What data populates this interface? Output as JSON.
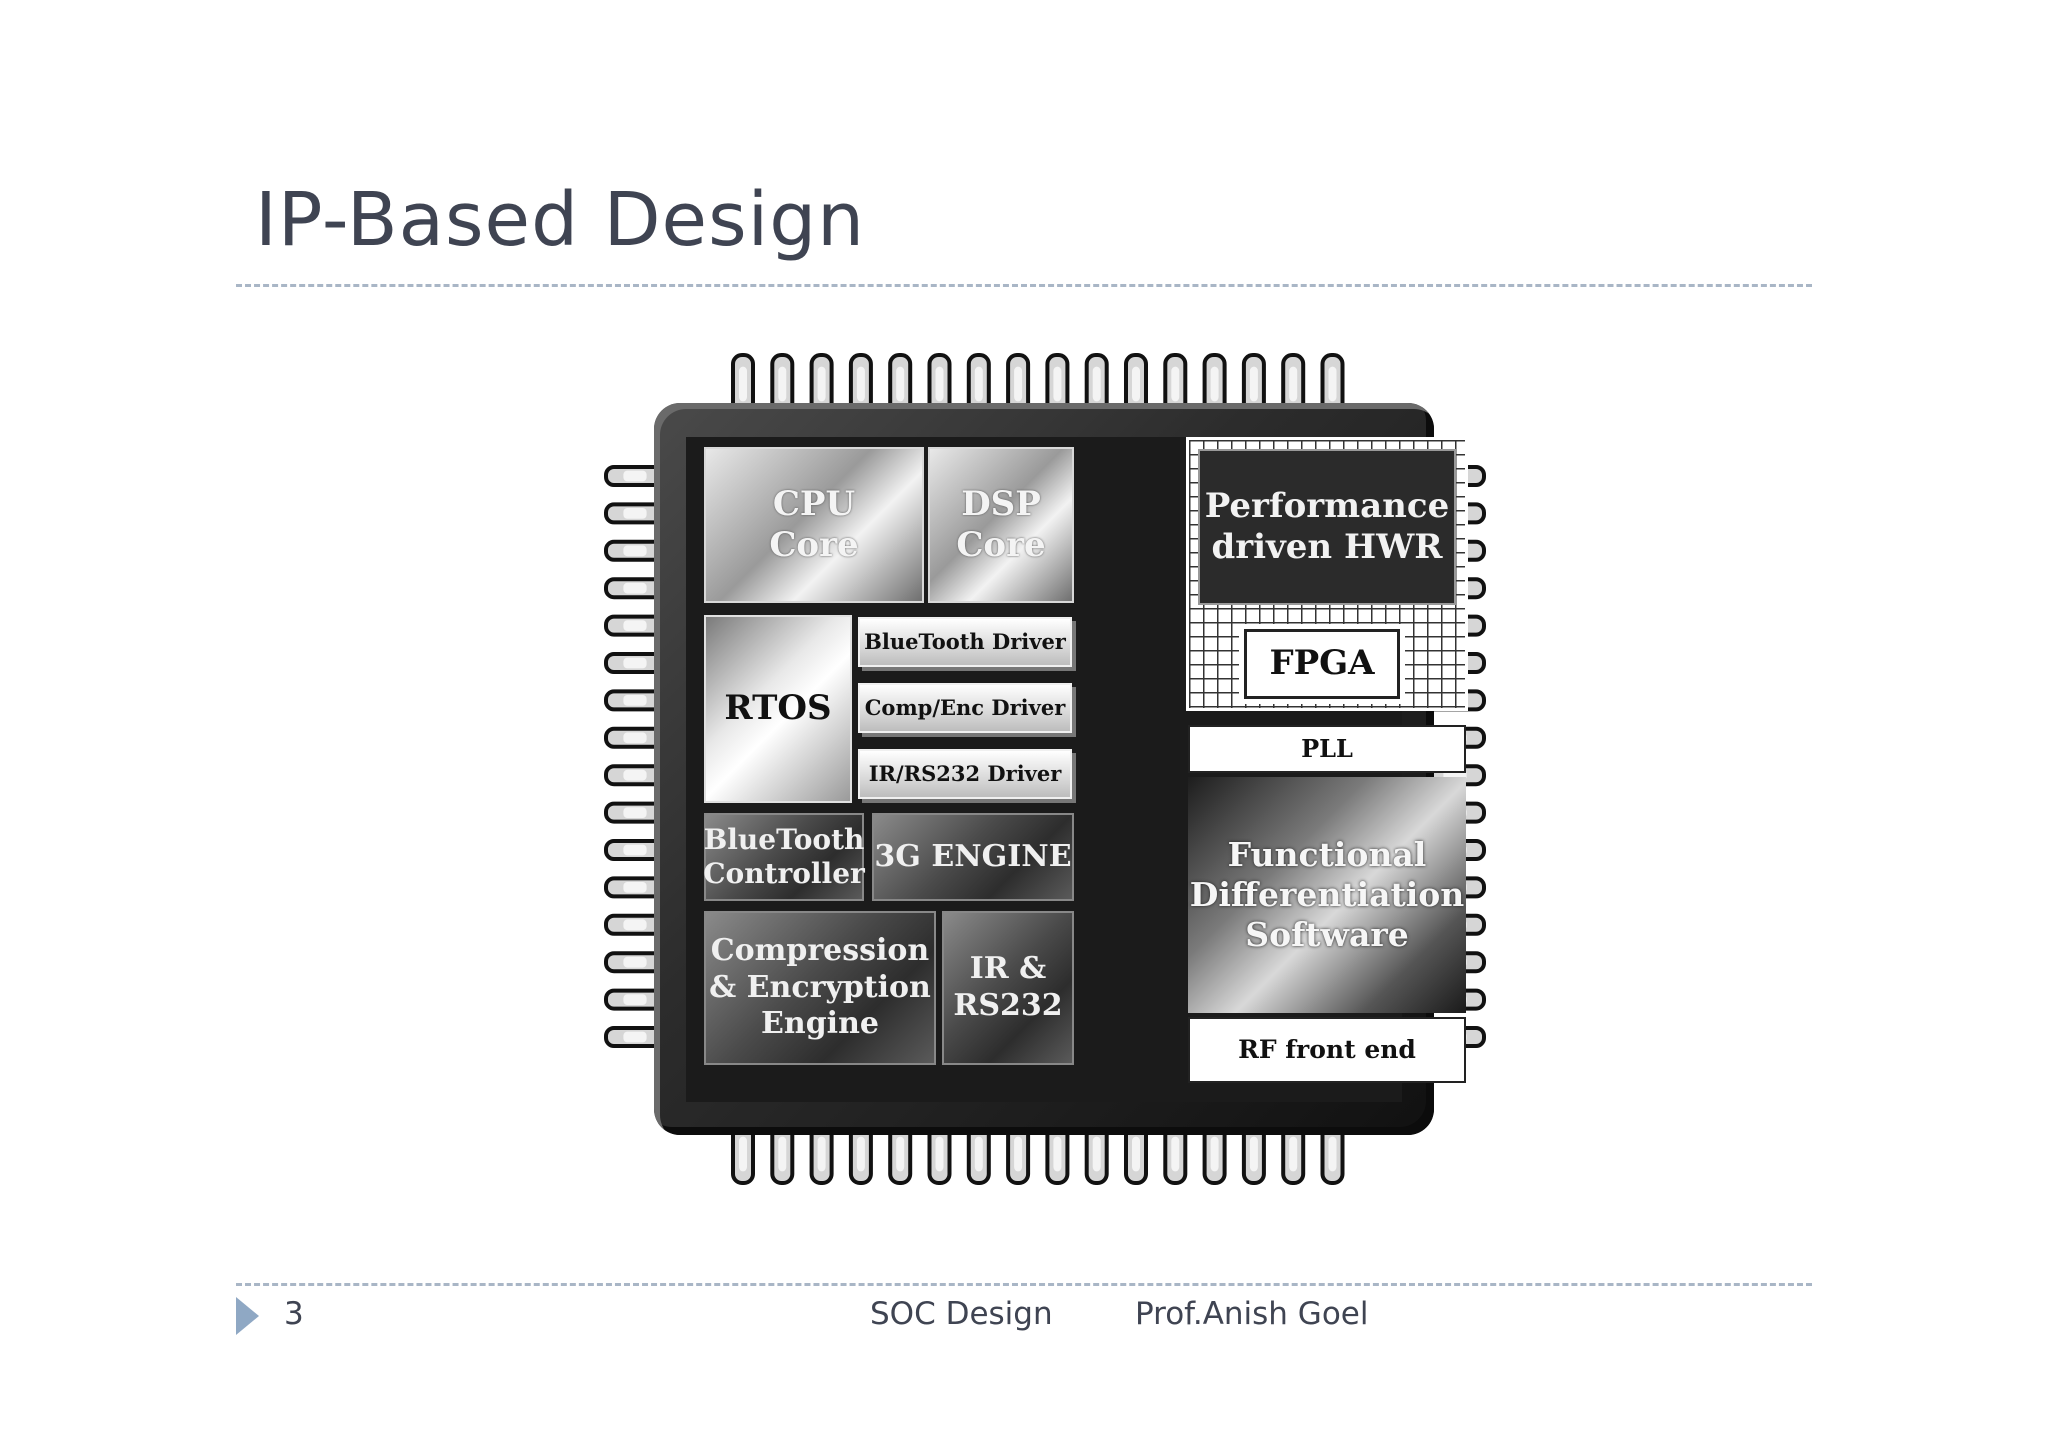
{
  "slide": {
    "title": "IP-Based Design",
    "page_number": "3",
    "footer_course": "SOC Design",
    "footer_author": "Prof.Anish Goel"
  },
  "chip": {
    "cpu_core": [
      "CPU",
      "Core"
    ],
    "dsp_core": [
      "DSP",
      "Core"
    ],
    "rtos": "RTOS",
    "bluetooth_driver": "BlueTooth Driver",
    "comp_enc_driver": "Comp/Enc Driver",
    "ir_rs232_driver": "IR/RS232 Driver",
    "bluetooth_controller": [
      "BlueTooth",
      "Controller"
    ],
    "engine_3g": "3G ENGINE",
    "compression_engine": [
      "Compression",
      "& Encryption",
      "Engine"
    ],
    "ir_rs232": [
      "IR &",
      "RS232"
    ],
    "performance_hwr": [
      "Performance",
      "driven HWR"
    ],
    "fpga": "FPGA",
    "pll": "PLL",
    "functional_software": [
      "Functional",
      "Differentiation",
      "Software"
    ],
    "rf_front_end": "RF front end"
  },
  "colors": {
    "title": "#3f4452",
    "rule": "#a9b6c6",
    "footer_arrow": "#8fa8c4"
  }
}
